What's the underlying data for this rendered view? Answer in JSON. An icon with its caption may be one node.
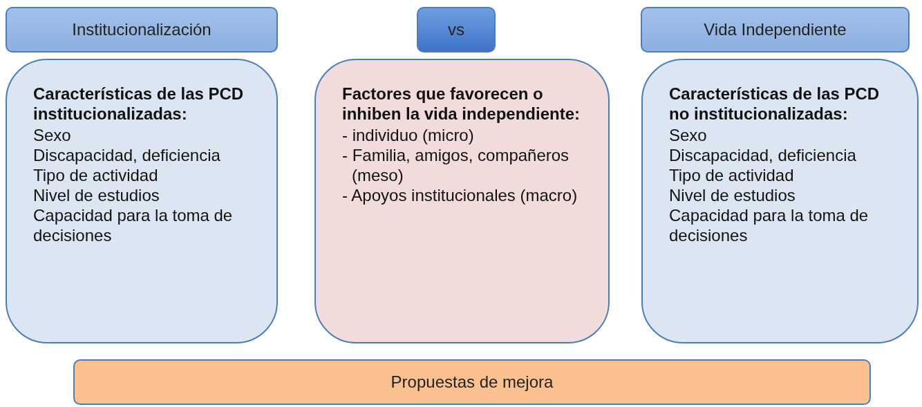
{
  "diagram": {
    "nodes": [
      {
        "text": [
          "Institucionalización"
        ]
      },
      {
        "text": [
          "vs"
        ]
      },
      {
        "text": [
          "Vida Independiente"
        ]
      },
      {
        "text": [
          "Características de las PCD institucionalizadas:",
          "Sexo",
          "Discapacidad, deficiencia",
          "Tipo de actividad",
          "Nivel de estudios",
          "Capacidad para la toma de decisiones"
        ]
      },
      {
        "text": [
          "Factores que favorecen o inhiben la vida independiente:",
          "- individuo (micro)",
          "- Familia, amigos, compañeros (meso)",
          "- Apoyos institucionales (macro)"
        ]
      },
      {
        "text": [
          "Características de las PCD no institucionalizadas:",
          "Sexo",
          "Discapacidad, deficiencia",
          "Tipo de actividad",
          "Nivel de estudios",
          "Capacidad para la toma de decisiones"
        ]
      },
      {
        "text": [
          "Propuestas de mejora"
        ]
      }
    ],
    "edges": []
  }
}
